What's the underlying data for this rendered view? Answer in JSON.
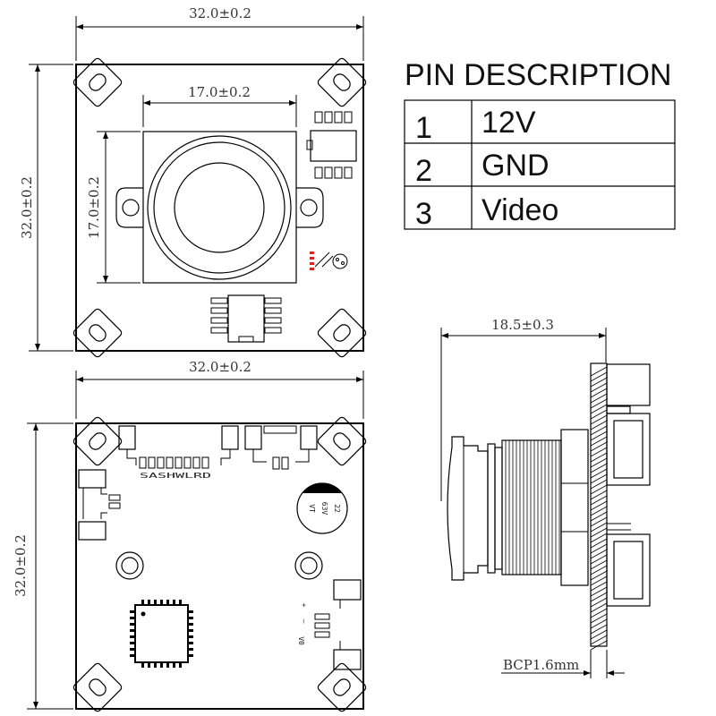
{
  "dimensions": {
    "top_width": "32.0±0.2",
    "top_height": "32.0±0.2",
    "lens_width": "17.0±0.2",
    "lens_height": "17.0±0.2",
    "bottom_width": "32.0±0.2",
    "bottom_height": "32.0±0.2",
    "side_depth": "18.5±0.3",
    "pcb_thickness": "BCP1.6mm"
  },
  "pin_description": {
    "title": "PIN DESCRIPTION",
    "pins": [
      {
        "number": "1",
        "function": "12V"
      },
      {
        "number": "2",
        "function": "GND"
      },
      {
        "number": "3",
        "function": "Video"
      }
    ]
  },
  "silkscreen": {
    "switch_labels": "SASHWLRD",
    "capacitor_value": "22",
    "capacitor_voltage": "63V",
    "capacitor_series": "VT",
    "plus_mark": "+",
    "minus_mark": "–",
    "vo_mark": "V0"
  }
}
